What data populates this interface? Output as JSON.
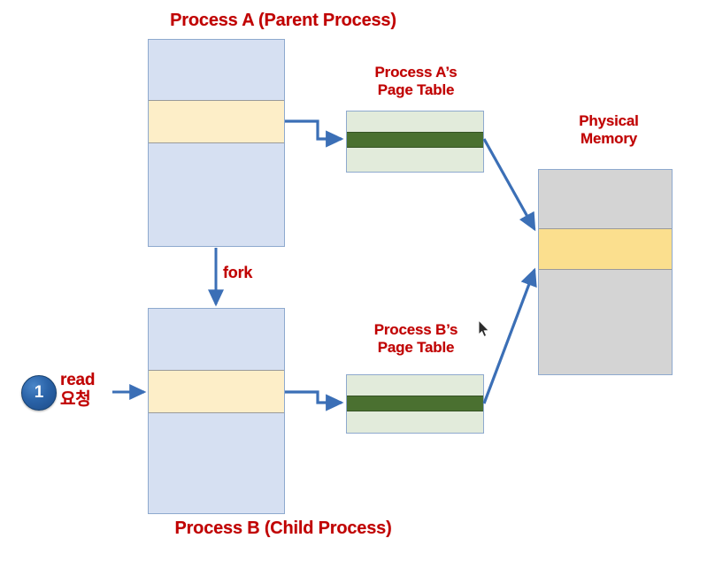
{
  "diagram": {
    "title_process_a": "Process A (Parent Process)",
    "title_process_b": "Process B (Child Process)",
    "title_page_table_a": "Process A’s\nPage Table",
    "title_page_table_b": "Process B’s\nPage Table",
    "title_physical_memory": "Physical\nMemory",
    "fork_label": "fork",
    "read_label": "read\n요청",
    "step_badge": "1",
    "colors": {
      "label_red": "#c00000",
      "process_fill": "#d6e0f2",
      "process_band": "#fdeec8",
      "page_table_fill": "#e2ebdb",
      "page_table_band": "#4a7030",
      "physical_memory_fill": "#d4d4d4",
      "physical_memory_band": "#fbdf8e",
      "arrow_blue": "#3b6fb6",
      "badge_blue": "#2a63a8",
      "border_blue": "#8ea9ce"
    }
  }
}
